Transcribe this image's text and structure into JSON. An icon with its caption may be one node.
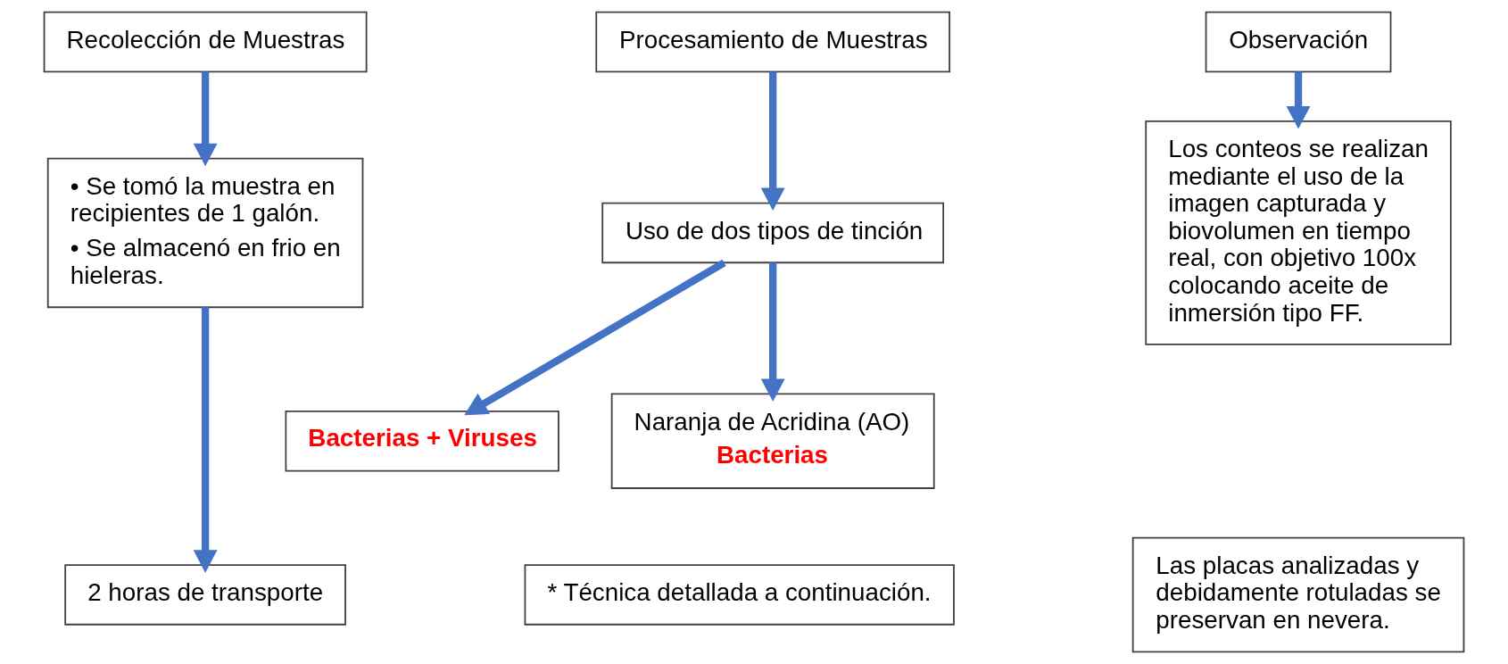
{
  "diagram": {
    "nodes": [
      {
        "text": [
          "Recolección de Muestras"
        ]
      },
      {
        "text": [
          "• Se tomó la muestra en recipientes de 1 galón.",
          "• Se almacenó en frio en hieleras."
        ]
      },
      {
        "text": [
          "2 horas de transporte"
        ]
      },
      {
        "text": [
          "Procesamiento de Muestras"
        ]
      },
      {
        "text": [
          "Uso de dos tipos de tinción"
        ]
      },
      {
        "text": [
          "Bacterias + Viruses"
        ]
      },
      {
        "text": [
          "Naranja de Acridina (AO)",
          "Bacterias"
        ]
      },
      {
        "text": [
          "* Técnica detallada a continuación."
        ]
      },
      {
        "text": [
          "Observación"
        ]
      },
      {
        "text": [
          "Los conteos se realizan mediante el uso de la imagen capturada y biovolumen en tiempo real, con objetivo 100x colocando aceite de inmersión tipo FF."
        ]
      },
      {
        "text": [
          "Las placas analizadas y debidamente rotuladas se preservan en nevera."
        ]
      }
    ],
    "edges": [
      {
        "from": 0,
        "to": 1,
        "arrow": "to"
      },
      {
        "from": 1,
        "to": 2,
        "arrow": "to"
      },
      {
        "from": 3,
        "to": 4,
        "arrow": "to"
      },
      {
        "from": 4,
        "to": 5,
        "arrow": "to"
      },
      {
        "from": 4,
        "to": 6,
        "arrow": "to"
      },
      {
        "from": 8,
        "to": 9,
        "arrow": "to"
      }
    ]
  }
}
